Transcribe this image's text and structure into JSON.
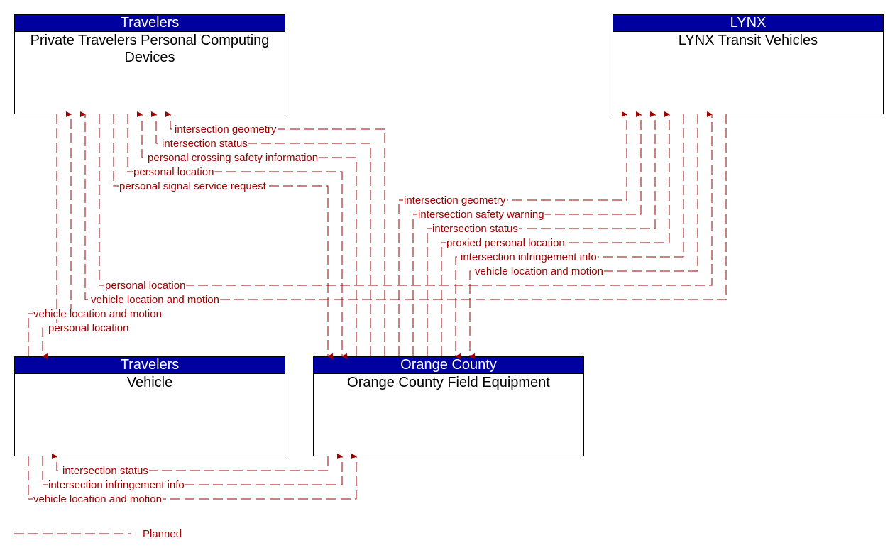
{
  "elements": {
    "ptpcd": {
      "group": "Travelers",
      "name": "Private Travelers Personal Computing Devices"
    },
    "lynx": {
      "group": "LYNX",
      "name": "LYNX Transit Vehicles"
    },
    "vehicle": {
      "group": "Travelers",
      "name": "Vehicle"
    },
    "ocfe": {
      "group": "Orange County",
      "name": "Orange County Field Equipment"
    }
  },
  "flows": {
    "ptpcd_ocfe_geometry": "intersection geometry",
    "ptpcd_ocfe_status": "intersection status",
    "ptpcd_ocfe_pcsi": "personal crossing safety information",
    "ptpcd_ocfe_ploc": "personal location",
    "ptpcd_ocfe_pssr": "personal signal service request",
    "lynx_ocfe_geometry": "intersection geometry",
    "lynx_ocfe_warning": "intersection safety warning",
    "lynx_ocfe_status": "intersection status",
    "lynx_ocfe_proxied": "proxied personal location",
    "lynx_ocfe_infringe": "intersection infringement info",
    "lynx_ocfe_vlm": "vehicle location and motion",
    "ptpcd_lynx_ploc": "personal location",
    "ptpcd_lynx_vlm": "vehicle location and motion",
    "veh_ptpcd_vlm": "vehicle location and motion",
    "veh_ptpcd_ploc": "personal location",
    "ocfe_veh_status": "intersection status",
    "veh_ocfe_infringe": "intersection infringement info",
    "veh_ocfe_vlm": "vehicle location and motion"
  },
  "legend": {
    "planned": "Planned"
  },
  "colors": {
    "header": "#0000a0",
    "flow": "#a00000",
    "border": "#000000"
  }
}
